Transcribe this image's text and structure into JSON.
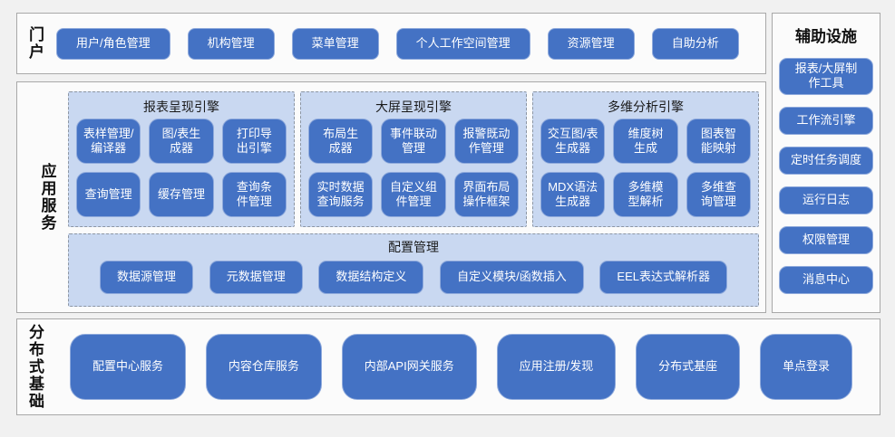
{
  "portal": {
    "label": "门\n户",
    "items": [
      "用户/角色管理",
      "机构管理",
      "菜单管理",
      "个人工作空间管理",
      "资源管理",
      "自助分析"
    ]
  },
  "app_services": {
    "label": "应\n用\n服\n务",
    "engines": [
      {
        "title": "报表呈现引擎",
        "items": [
          "表样管理/\n编译器",
          "图/表生\n成器",
          "打印导\n出引擎",
          "查询管理",
          "缓存管理",
          "查询条\n件管理"
        ]
      },
      {
        "title": "大屏呈现引擎",
        "items": [
          "布局生\n成器",
          "事件联动\n管理",
          "报警既动\n作管理",
          "实时数据\n查询服务",
          "自定义组\n件管理",
          "界面布局\n操作框架"
        ]
      },
      {
        "title": "多维分析引擎",
        "items": [
          "交互图/表\n生成器",
          "维度树\n生成",
          "图表智\n能映射",
          "MDX语法\n生成器",
          "多维模\n型解析",
          "多维查\n询管理"
        ]
      }
    ],
    "config": {
      "title": "配置管理",
      "items": [
        "数据源管理",
        "元数据管理",
        "数据结构定义",
        "自定义模块/函数插入",
        "EEL表达式解析器"
      ]
    }
  },
  "auxiliary": {
    "title": "辅助设施",
    "items": [
      "报表/大屏制\n作工具",
      "工作流引擎",
      "定时任务调度",
      "运行日志",
      "权限管理",
      "消息中心"
    ]
  },
  "distributed": {
    "label": "分\n布\n式\n基\n础",
    "items": [
      "配置中心服务",
      "内容仓库服务",
      "内部API网关服务",
      "应用注册/发现",
      "分布式基座",
      "单点登录"
    ]
  },
  "colors": {
    "button_blue": "#4472C4",
    "button_border": "#8FAADC",
    "panel_blue": "#C9D8F1",
    "dashed_border": "#8C96A4"
  }
}
